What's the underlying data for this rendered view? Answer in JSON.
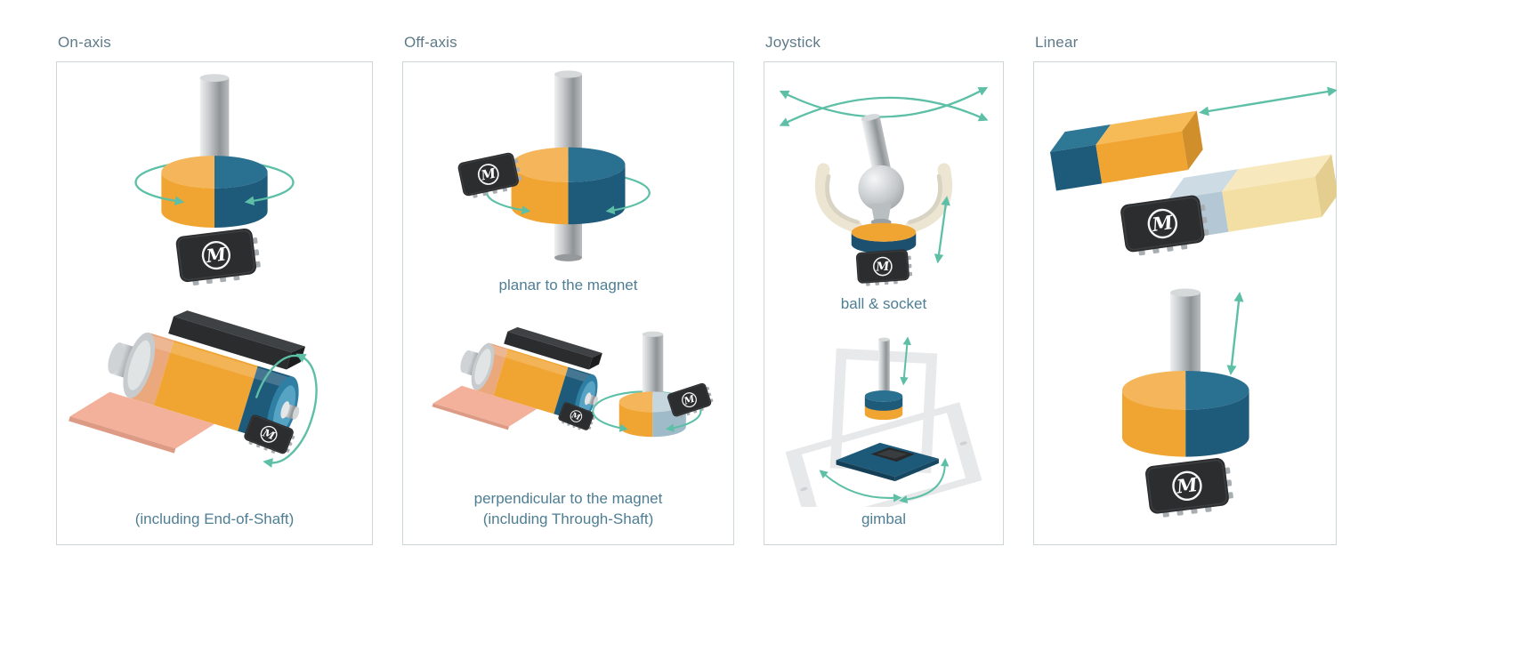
{
  "chip": {
    "logo": "M"
  },
  "colors": {
    "background": "#ffffff",
    "panel_border": "#ccd6d9",
    "title_text": "#5e7a88",
    "caption_text": "#4e7e93",
    "arrow_teal": "#5cbfa6",
    "magnet_orange": "#f0a431",
    "magnet_navy": "#1e5a7a",
    "magnet_light_blue": "#b3c8d4",
    "magnet_cream": "#f3dfa4",
    "chip_body": "#2c2d2f",
    "copper_plate": "#f3b19c"
  },
  "panels": [
    {
      "id": "on-axis",
      "title": "On-axis",
      "captions": [
        "(including End-of-Shaft)"
      ]
    },
    {
      "id": "off-axis",
      "title": "Off-axis",
      "captions": [
        "planar to the magnet",
        "perpendicular to the magnet",
        "(including Through-Shaft)"
      ]
    },
    {
      "id": "joystick",
      "title": "Joystick",
      "captions": [
        "ball & socket",
        "gimbal"
      ]
    },
    {
      "id": "linear",
      "title": "Linear",
      "captions": []
    }
  ]
}
